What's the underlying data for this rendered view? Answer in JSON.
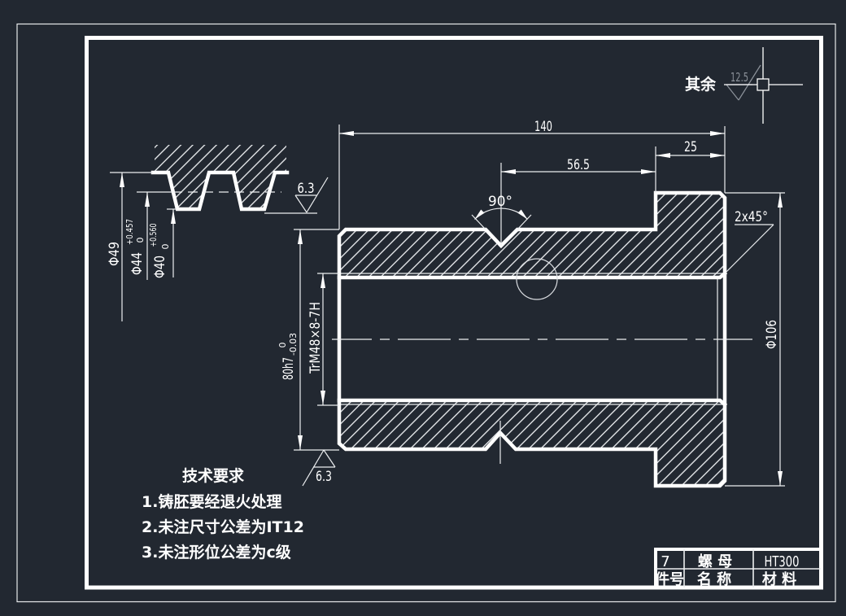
{
  "colors": {
    "background": "#222831",
    "line": "#ffffff",
    "dimmed_symbol": "#8d939b"
  },
  "roughness_note": {
    "label": "其余",
    "value": "12.5"
  },
  "main_view": {
    "dimensions": {
      "overall_length": "140",
      "groove_position": "56.5",
      "flange_width": "25",
      "groove_angle": "90°",
      "chamfer": "2x45°",
      "flange_diameter": "Φ106",
      "outer_diameter": {
        "nominal": "80h7",
        "upper": "0",
        "lower": "-0.03"
      },
      "thread": "TrM48×8-7H"
    },
    "roughness": "6.3"
  },
  "thread_detail": {
    "major_diameter": "Φ49",
    "pitch_diameter": {
      "nominal": "Φ44",
      "upper": "+0.457",
      "lower": "0"
    },
    "minor_diameter": {
      "nominal": "Φ40",
      "upper": "+0.560",
      "lower": "0"
    },
    "roughness": "6.3"
  },
  "technical_requirements": {
    "title": "技术要求",
    "items": [
      "1.铸胚要经退火处理",
      "2.未注尺寸公差为IT12",
      "3.未注形位公差为c级"
    ]
  },
  "title_block": {
    "part_no": "7",
    "part_name": "螺 母",
    "material": "HT300",
    "labels": {
      "part_no": "件号",
      "name": "名 称",
      "material": "材 料"
    }
  }
}
